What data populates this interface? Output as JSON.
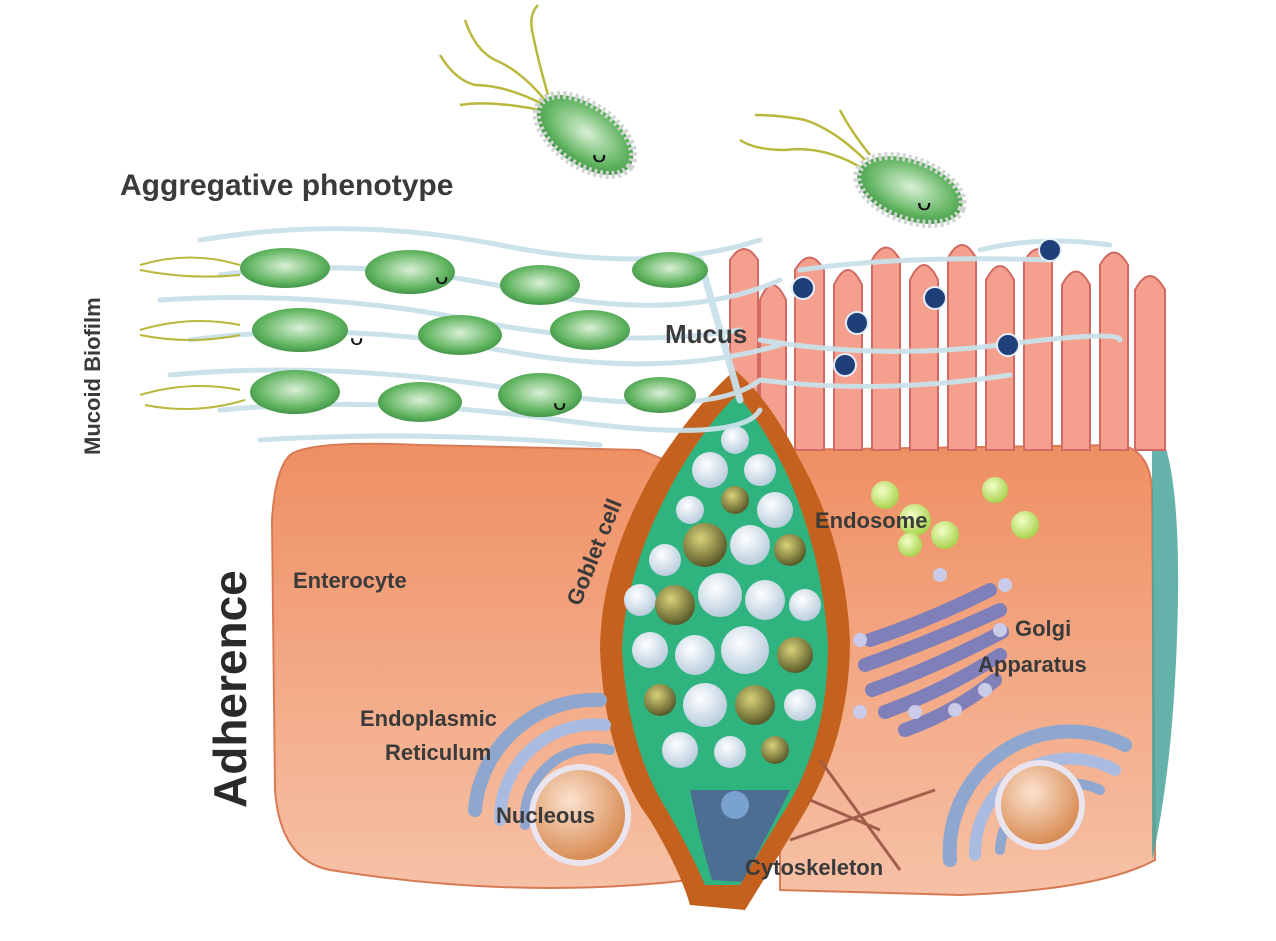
{
  "labels": {
    "aggregative": "Aggregative phenotype",
    "mucoid_biofilm": "Mucoid Biofilm",
    "adherence": "Adherence",
    "mucus": "Mucus",
    "goblet_cell": "Goblet cell",
    "enterocyte": "Enterocyte",
    "endosome": "Endosome",
    "golgi_line1": "Golgi",
    "golgi_line2": "Apparatus",
    "er_line1": "Endoplasmic",
    "er_line2": "Reticulum",
    "nucleus": "Nucleous",
    "cytoskeleton": "Cytoskeleton"
  },
  "colors": {
    "cell_body": "#f2a17e",
    "cell_light": "#f6c3a7",
    "goblet_outline": "#c8621f",
    "goblet_fill": "#27b07a",
    "bacteria_body": "#6dbb6b",
    "mucus_strand": "#bfdbe6",
    "flagella": "#b9b83c",
    "microvilli": "#f08b7c",
    "receptor": "#1f3f79",
    "golgi": "#8c8fc0",
    "nucleus_ring": "#8fa7cf",
    "nucleus_core": "#e6a27a",
    "text": "#3a3a3a"
  },
  "icons": [
    "bacterium-icon",
    "smiley-face-icon",
    "receptor-icon",
    "vesicle-icon"
  ]
}
